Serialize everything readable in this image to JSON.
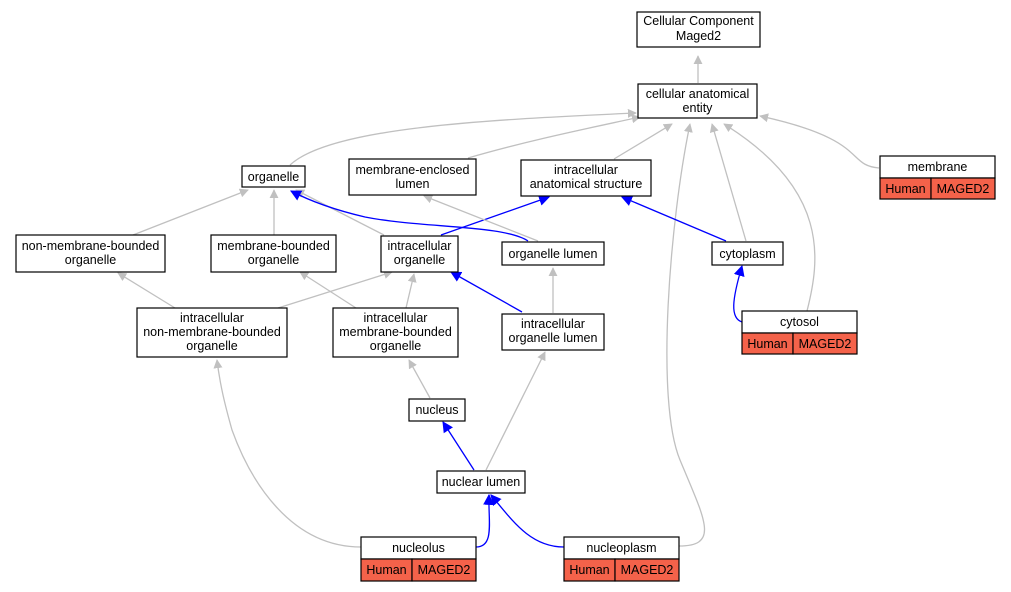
{
  "colors": {
    "edge_is_a": "#c0c0c0",
    "edge_part_of": "#0000ff",
    "annotation_fill": "#f4624a",
    "node_border": "#000000"
  },
  "nodes": {
    "root": {
      "lines": [
        "Cellular Component",
        "Maged2"
      ]
    },
    "cellular_anatomical_entity": {
      "lines": [
        "cellular anatomical",
        "entity"
      ]
    },
    "organelle": {
      "lines": [
        "organelle"
      ]
    },
    "membrane_enclosed_lumen": {
      "lines": [
        "membrane-enclosed",
        "lumen"
      ]
    },
    "intracellular_anatomical_structure": {
      "lines": [
        "intracellular",
        "anatomical structure"
      ]
    },
    "membrane": {
      "lines": [
        "membrane"
      ],
      "annotation": [
        "Human",
        "MAGED2"
      ]
    },
    "non_membrane_bounded_organelle": {
      "lines": [
        "non-membrane-bounded",
        "organelle"
      ]
    },
    "membrane_bounded_organelle": {
      "lines": [
        "membrane-bounded",
        "organelle"
      ]
    },
    "intracellular_organelle": {
      "lines": [
        "intracellular",
        "organelle"
      ]
    },
    "organelle_lumen": {
      "lines": [
        "organelle lumen"
      ]
    },
    "cytoplasm": {
      "lines": [
        "cytoplasm"
      ]
    },
    "cytosol": {
      "lines": [
        "cytosol"
      ],
      "annotation": [
        "Human",
        "MAGED2"
      ]
    },
    "intracellular_non_membrane_bounded_organelle": {
      "lines": [
        "intracellular",
        "non-membrane-bounded",
        "organelle"
      ]
    },
    "intracellular_membrane_bounded_organelle": {
      "lines": [
        "intracellular",
        "membrane-bounded",
        "organelle"
      ]
    },
    "intracellular_organelle_lumen": {
      "lines": [
        "intracellular",
        "organelle lumen"
      ]
    },
    "nucleus": {
      "lines": [
        "nucleus"
      ]
    },
    "nuclear_lumen": {
      "lines": [
        "nuclear lumen"
      ]
    },
    "nucleolus": {
      "lines": [
        "nucleolus"
      ],
      "annotation": [
        "Human",
        "MAGED2"
      ]
    },
    "nucleoplasm": {
      "lines": [
        "nucleoplasm"
      ],
      "annotation": [
        "Human",
        "MAGED2"
      ]
    }
  },
  "edges": [
    {
      "from": "cellular_anatomical_entity",
      "to": "root",
      "type": "is_a"
    },
    {
      "from": "organelle",
      "to": "cellular_anatomical_entity",
      "type": "is_a"
    },
    {
      "from": "membrane_enclosed_lumen",
      "to": "cellular_anatomical_entity",
      "type": "is_a"
    },
    {
      "from": "intracellular_anatomical_structure",
      "to": "cellular_anatomical_entity",
      "type": "is_a"
    },
    {
      "from": "membrane",
      "to": "cellular_anatomical_entity",
      "type": "is_a"
    },
    {
      "from": "cytoplasm",
      "to": "cellular_anatomical_entity",
      "type": "is_a"
    },
    {
      "from": "cytosol",
      "to": "cellular_anatomical_entity",
      "type": "is_a"
    },
    {
      "from": "nucleoplasm",
      "to": "cellular_anatomical_entity",
      "type": "is_a"
    },
    {
      "from": "non_membrane_bounded_organelle",
      "to": "organelle",
      "type": "is_a"
    },
    {
      "from": "membrane_bounded_organelle",
      "to": "organelle",
      "type": "is_a"
    },
    {
      "from": "intracellular_organelle",
      "to": "organelle",
      "type": "is_a"
    },
    {
      "from": "organelle_lumen",
      "to": "organelle",
      "type": "part_of"
    },
    {
      "from": "intracellular_organelle",
      "to": "intracellular_anatomical_structure",
      "type": "part_of"
    },
    {
      "from": "cytoplasm",
      "to": "intracellular_anatomical_structure",
      "type": "part_of"
    },
    {
      "from": "organelle_lumen",
      "to": "membrane_enclosed_lumen",
      "type": "is_a"
    },
    {
      "from": "cytosol",
      "to": "cytoplasm",
      "type": "part_of"
    },
    {
      "from": "intracellular_non_membrane_bounded_organelle",
      "to": "non_membrane_bounded_organelle",
      "type": "is_a"
    },
    {
      "from": "intracellular_non_membrane_bounded_organelle",
      "to": "intracellular_organelle",
      "type": "is_a"
    },
    {
      "from": "intracellular_membrane_bounded_organelle",
      "to": "membrane_bounded_organelle",
      "type": "is_a"
    },
    {
      "from": "intracellular_membrane_bounded_organelle",
      "to": "intracellular_organelle",
      "type": "is_a"
    },
    {
      "from": "intracellular_organelle_lumen",
      "to": "intracellular_organelle",
      "type": "part_of"
    },
    {
      "from": "intracellular_organelle_lumen",
      "to": "organelle_lumen",
      "type": "is_a"
    },
    {
      "from": "nucleus",
      "to": "intracellular_membrane_bounded_organelle",
      "type": "is_a"
    },
    {
      "from": "nuclear_lumen",
      "to": "nucleus",
      "type": "part_of"
    },
    {
      "from": "nuclear_lumen",
      "to": "intracellular_organelle_lumen",
      "type": "is_a"
    },
    {
      "from": "nucleolus",
      "to": "intracellular_non_membrane_bounded_organelle",
      "type": "is_a"
    },
    {
      "from": "nucleolus",
      "to": "nuclear_lumen",
      "type": "part_of"
    },
    {
      "from": "nucleoplasm",
      "to": "nuclear_lumen",
      "type": "part_of"
    }
  ]
}
